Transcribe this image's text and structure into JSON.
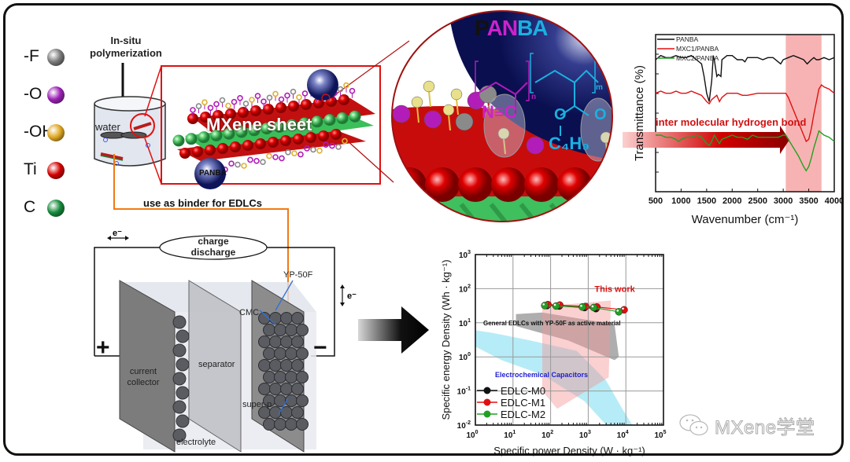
{
  "atom_legend": [
    {
      "label": "-F",
      "color": "#7a7a7a"
    },
    {
      "label": "-O",
      "color": "#9b1fb5"
    },
    {
      "label": "-OH",
      "color": "#e0a820"
    },
    {
      "label": "Ti",
      "color": "#d40000"
    },
    {
      "label": "C",
      "color": "#138a3a"
    }
  ],
  "beaker": {
    "process_label": "In-situ polymerization",
    "process_line1": "In-situ",
    "process_line2": "polymerization",
    "liquid_label": "water"
  },
  "mxene_panel": {
    "sheet_label": "MXene sheet",
    "sphere_label": "PANBA"
  },
  "zoom_panel": {
    "title_parts": [
      {
        "text": "P",
        "color": "#111111"
      },
      {
        "text": "AN",
        "color": "#cc22cc"
      },
      {
        "text": "BA",
        "color": "#1ab0e0"
      }
    ],
    "nitrile_label": "N≡C",
    "subscript_n": "n",
    "subscript_m": "m",
    "oxygen_1": "O",
    "oxygen_2": "O",
    "butyl_label": "C₄H₉"
  },
  "binder_label": "use as binder for EDLCs",
  "cell_diagram": {
    "electron_label": "e⁻",
    "electron_label_2": "e⁻",
    "charge_label_line1": "charge",
    "charge_label_line2": "discharge",
    "plus_sign": "+",
    "minus_sign": "−",
    "labels": {
      "current_collector_1": "current",
      "current_collector_2": "collector",
      "separator": "separator",
      "electrolyte": "electrolyte",
      "yp50f": "YP-50F",
      "cmc": "CMC",
      "super_p": "super-p"
    }
  },
  "colors": {
    "accent_red": "#e01010",
    "binder_orange": "#f07a14",
    "dark_navy": "#12185e",
    "frame": "#111111"
  },
  "watermark": {
    "text": "MXene学堂"
  },
  "chart_data": [
    {
      "type": "line",
      "title": "",
      "xlabel": "Wavenumber (cm⁻¹)",
      "ylabel": "Transmittance (%)",
      "xlim": [
        500,
        4000
      ],
      "x_ticks": [
        "500",
        "1000",
        "1500",
        "2000",
        "2500",
        "3000",
        "3500",
        "4000"
      ],
      "highlight_band": [
        3050,
        3750
      ],
      "annotation": "inter molecular hydrogen bond",
      "legend_position": "top-left",
      "series": [
        {
          "name": "PANBA",
          "color": "#111111",
          "x": [
            500,
            600,
            700,
            800,
            900,
            1000,
            1100,
            1200,
            1300,
            1400,
            1450,
            1500,
            1550,
            1600,
            1630,
            1650,
            1700,
            1730,
            1780,
            1800,
            1850,
            1900,
            2000,
            2100,
            2200,
            2250,
            2300,
            2400,
            2500,
            2600,
            2700,
            2800,
            2900,
            2950,
            3000,
            3100,
            3200,
            3300,
            3400,
            3470,
            3550,
            3600,
            3650,
            3700,
            3800,
            3900,
            4000
          ],
          "y": [
            88,
            90,
            89,
            89,
            90,
            89,
            89,
            90,
            88,
            86,
            80,
            72,
            68,
            78,
            90,
            88,
            80,
            81,
            80,
            88,
            89,
            90,
            90,
            88,
            88,
            87,
            89,
            89,
            89,
            88,
            89,
            89,
            87,
            86,
            88,
            89,
            90,
            89,
            88,
            86,
            88,
            89,
            88,
            88,
            89,
            88,
            89
          ]
        },
        {
          "name": "MXC1/PANBA",
          "color": "#e01010",
          "x": [
            500,
            600,
            700,
            800,
            900,
            1000,
            1100,
            1200,
            1300,
            1400,
            1500,
            1550,
            1600,
            1700,
            1750,
            1800,
            1850,
            1900,
            2000,
            2100,
            2200,
            2300,
            2500,
            2700,
            2900,
            3000,
            3050,
            3100,
            3200,
            3300,
            3400,
            3450,
            3500,
            3550,
            3600,
            3650,
            3700,
            3750,
            3800,
            3900,
            4000
          ],
          "y": [
            72,
            73,
            72,
            72,
            73,
            72,
            72,
            73,
            72,
            71,
            68,
            67,
            69,
            71,
            68,
            70,
            71,
            72,
            72,
            72,
            71,
            71,
            72,
            72,
            72,
            72,
            72,
            70,
            64,
            58,
            52,
            49,
            50,
            55,
            62,
            68,
            74,
            76,
            75,
            74,
            72
          ]
        },
        {
          "name": "MXC2/PANBA",
          "color": "#22a022",
          "x": [
            500,
            600,
            700,
            800,
            900,
            950,
            1000,
            1100,
            1200,
            1300,
            1400,
            1500,
            1550,
            1600,
            1650,
            1700,
            1750,
            1800,
            1900,
            2000,
            2100,
            2200,
            2300,
            2400,
            2500,
            2700,
            2900,
            3000,
            3050,
            3100,
            3200,
            3300,
            3400,
            3450,
            3500,
            3550,
            3600,
            3650,
            3700,
            3750,
            3800,
            3900,
            4000
          ],
          "y": [
            52,
            52,
            51,
            51,
            50,
            49,
            50,
            51,
            51,
            52,
            51,
            48,
            47,
            49,
            52,
            50,
            48,
            50,
            51,
            52,
            51,
            51,
            50,
            52,
            51,
            51,
            51,
            52,
            52,
            50,
            46,
            42,
            37,
            35,
            37,
            41,
            46,
            50,
            54,
            53,
            52,
            51,
            49
          ]
        }
      ]
    },
    {
      "type": "scatter",
      "title": "",
      "xlabel": "Specific power Density (W · kg⁻¹)",
      "ylabel": "Specific energy Density (Wh · kg⁻¹)",
      "xscale": "log",
      "yscale": "log",
      "xlim": [
        1,
        100000
      ],
      "ylim": [
        0.01,
        1000
      ],
      "x_tick_exponents": [
        "0",
        "1",
        "2",
        "3",
        "4",
        "5"
      ],
      "y_tick_exponents": [
        "-2",
        "-1",
        "0",
        "1",
        "2",
        "3"
      ],
      "grid": true,
      "legend_position": "bottom-left",
      "annotations": {
        "this_work": "This work",
        "general_edlc": "General EDLCs with YP-50F  as active material",
        "electrochemical_capacitors": "Electrochemical Capacitors"
      },
      "series": [
        {
          "name": "EDLC-M0",
          "color": "#111111",
          "x": [
            80,
            170,
            800,
            1600
          ],
          "y": [
            32,
            31,
            28,
            26
          ]
        },
        {
          "name": "EDLC-M1",
          "color": "#e01010",
          "x": [
            85,
            175,
            850,
            1700,
            9000
          ],
          "y": [
            34,
            33,
            30,
            29,
            24
          ]
        },
        {
          "name": "EDLC-M2",
          "color": "#22a022",
          "x": [
            70,
            140,
            700,
            1400,
            6500
          ],
          "y": [
            32,
            31,
            29,
            28,
            21
          ]
        }
      ]
    }
  ]
}
